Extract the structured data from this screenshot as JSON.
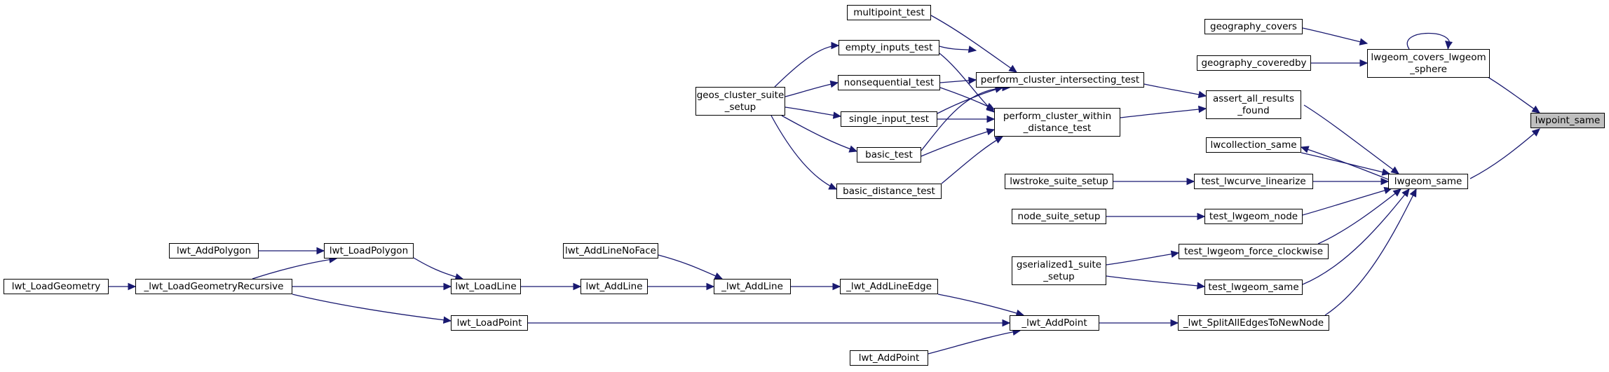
{
  "diagram": {
    "title": "",
    "colors": {
      "edge": "#191970",
      "node_border": "#000000",
      "node_fill": "#ffffff",
      "root_fill": "#bfbfbf"
    },
    "nodes": [
      {
        "id": "lwpoint_same",
        "label": "lwpoint_same",
        "root": true
      },
      {
        "id": "lwgeom_covers",
        "label": "lwgeom_covers_lwgeom\n_sphere"
      },
      {
        "id": "geography_covers",
        "label": "geography_covers"
      },
      {
        "id": "geography_coveredby",
        "label": "geography_coveredby"
      },
      {
        "id": "lwgeom_same",
        "label": "lwgeom_same"
      },
      {
        "id": "assert_all",
        "label": "assert_all_results\n_found"
      },
      {
        "id": "lwcollection_same",
        "label": "lwcollection_same"
      },
      {
        "id": "test_lwcurve",
        "label": "test_lwcurve_linearize"
      },
      {
        "id": "test_lwgeom_node",
        "label": "test_lwgeom_node"
      },
      {
        "id": "test_force_cw",
        "label": "test_lwgeom_force_clockwise"
      },
      {
        "id": "test_lwgeom_same",
        "label": "test_lwgeom_same"
      },
      {
        "id": "split_edges",
        "label": "_lwt_SplitAllEdgesToNewNode"
      },
      {
        "id": "lwstroke",
        "label": "lwstroke_suite_setup"
      },
      {
        "id": "node_suite",
        "label": "node_suite_setup"
      },
      {
        "id": "gserialized1",
        "label": "gserialized1_suite\n_setup"
      },
      {
        "id": "perf_intersect",
        "label": "perform_cluster_intersecting_test"
      },
      {
        "id": "perf_within",
        "label": "perform_cluster_within\n_distance_test"
      },
      {
        "id": "multipoint",
        "label": "multipoint_test"
      },
      {
        "id": "empty_inputs",
        "label": "empty_inputs_test"
      },
      {
        "id": "nonsequential",
        "label": "nonsequential_test"
      },
      {
        "id": "single_input",
        "label": "single_input_test"
      },
      {
        "id": "basic_test",
        "label": "basic_test"
      },
      {
        "id": "basic_distance",
        "label": "basic_distance_test"
      },
      {
        "id": "geos_cluster",
        "label": "geos_cluster_suite\n_setup"
      },
      {
        "id": "lwt_addpoint_int",
        "label": "_lwt_AddPoint"
      },
      {
        "id": "lwt_addlineedge",
        "label": "_lwt_AddLineEdge"
      },
      {
        "id": "lwt_addpoint_pub",
        "label": "lwt_AddPoint"
      },
      {
        "id": "lwt_addline_int",
        "label": "_lwt_AddLine"
      },
      {
        "id": "lwt_addlinenoface",
        "label": "lwt_AddLineNoFace"
      },
      {
        "id": "lwt_addline_pub",
        "label": "lwt_AddLine"
      },
      {
        "id": "lwt_loadline",
        "label": "lwt_LoadLine"
      },
      {
        "id": "lwt_loadpoint",
        "label": "lwt_LoadPoint"
      },
      {
        "id": "lwt_loadpolygon",
        "label": "lwt_LoadPolygon"
      },
      {
        "id": "lwt_addpolygon",
        "label": "lwt_AddPolygon"
      },
      {
        "id": "lwt_loadgeomrec",
        "label": "_lwt_LoadGeometryRecursive"
      },
      {
        "id": "lwt_loadgeometry",
        "label": "lwt_LoadGeometry"
      }
    ]
  }
}
